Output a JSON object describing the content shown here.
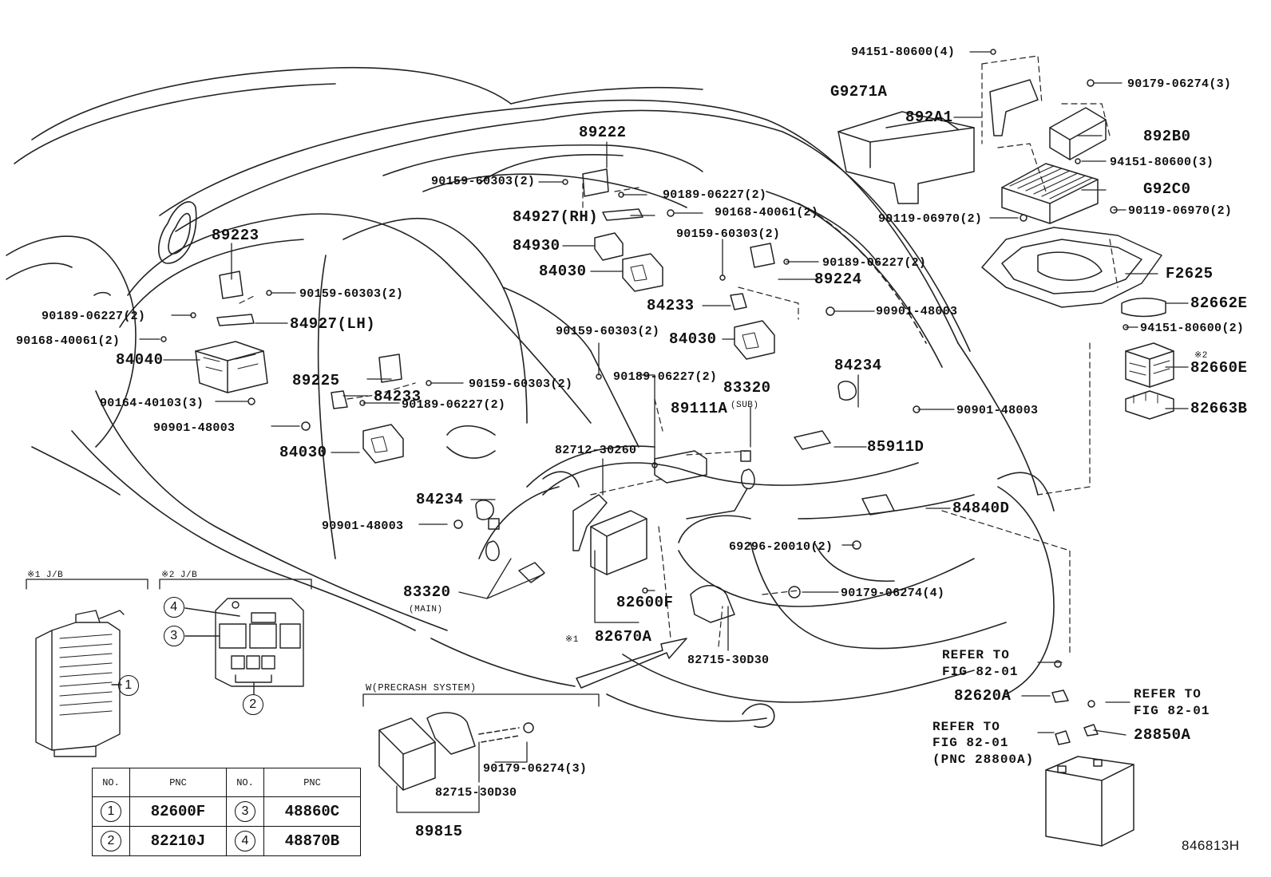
{
  "diagram_id": "846813H",
  "part_labels": {
    "p94151_80600_4": "94151-80600(4)",
    "pG9271A": "G9271A",
    "p892A1": "892A1",
    "p90179_06274_3_top": "90179-06274(3)",
    "p892B0": "892B0",
    "p94151_80600_3": "94151-80600(3)",
    "pG92C0": "G92C0",
    "p90119_06970_2_a": "90119-06970(2)",
    "p90119_06970_2_b": "90119-06970(2)",
    "pF2625": "F2625",
    "p82662E": "82662E",
    "p94151_80600_2": "94151-80600(2)",
    "p82660E": "82660E",
    "p82663B": "82663B",
    "p89222": "89222",
    "p90159_60303_2_a": "90159-60303(2)",
    "p90189_06227_2_a": "90189-06227(2)",
    "p84927RH": "84927(RH)",
    "p90168_40061_2_a": "90168-40061(2)",
    "p84930": "84930",
    "p90159_60303_2_b": "90159-60303(2)",
    "p84030_a": "84030",
    "p90189_06227_2_b": "90189-06227(2)",
    "p89224": "89224",
    "p84233_a": "84233",
    "p90901_48003_a": "90901-48003",
    "p84030_b": "84030",
    "p89223": "89223",
    "p90159_60303_2_c": "90159-60303(2)",
    "p90189_06227_2_c": "90189-06227(2)",
    "p84927LH": "84927(LH)",
    "p90168_40061_2_b": "90168-40061(2)",
    "p84040": "84040",
    "p89225": "89225",
    "p90159_60303_2_d": "90159-60303(2)",
    "p90159_60303_2_e": "90159-60303(2)",
    "p90189_06227_2_d": "90189-06227(2)",
    "p90189_06227_2_e": "90189-06227(2)",
    "p90164_40103_3": "90164-40103(3)",
    "p90901_48003_b": "90901-48003",
    "p84233_b": "84233",
    "p84030_c": "84030",
    "p84234_a": "84234",
    "p83320_sub": "83320",
    "sub_note": "(SUB)",
    "p89111A": "89111A",
    "p90901_48003_c": "90901-48003",
    "p85911D": "85911D",
    "p82712_30260": "82712-30260",
    "p84234_b": "84234",
    "p90901_48003_d": "90901-48003",
    "p84840D": "84840D",
    "p69296_20010_2": "69296-20010(2)",
    "p83320_main": "83320",
    "main_note": "(MAIN)",
    "p82600F": "82600F",
    "p90179_06274_4": "90179-06274(4)",
    "p82670A": "82670A",
    "mark1_a": "※1",
    "mark2_a": "※2",
    "p82715_30D30_a": "82715-30D30",
    "refer_a1": "REFER TO",
    "refer_a2": "FIG 82-01",
    "p82620A": "82620A",
    "refer_b1": "REFER TO",
    "refer_b2": "FIG 82-01",
    "refer_c1": "REFER TO",
    "refer_c2": "FIG 82-01",
    "refer_c3": "(PNC 28800A)",
    "p28850A": "28850A",
    "precrash": "W(PRECRASH SYSTEM)",
    "p90179_06274_3_b": "90179-06274(3)",
    "p82715_30D30_b": "82715-30D30",
    "p89815": "89815",
    "jb1": "※1 J/B",
    "jb2": "※2 J/B",
    "c1": "1",
    "c2": "2",
    "c3": "3",
    "c4": "4",
    "c4b": "4",
    "c3b": "3",
    "c1b": "1",
    "c2b": "2"
  },
  "pnc_table": {
    "h_no": "NO.",
    "h_pnc": "PNC",
    "h_no2": "NO.",
    "h_pnc2": "PNC",
    "r1_no": "1",
    "r1_pnc": "82600F",
    "r1_no2": "3",
    "r1_pnc2": "48860C",
    "r2_no": "2",
    "r2_pnc": "82210J",
    "r2_no2": "4",
    "r2_pnc2": "48870B"
  }
}
